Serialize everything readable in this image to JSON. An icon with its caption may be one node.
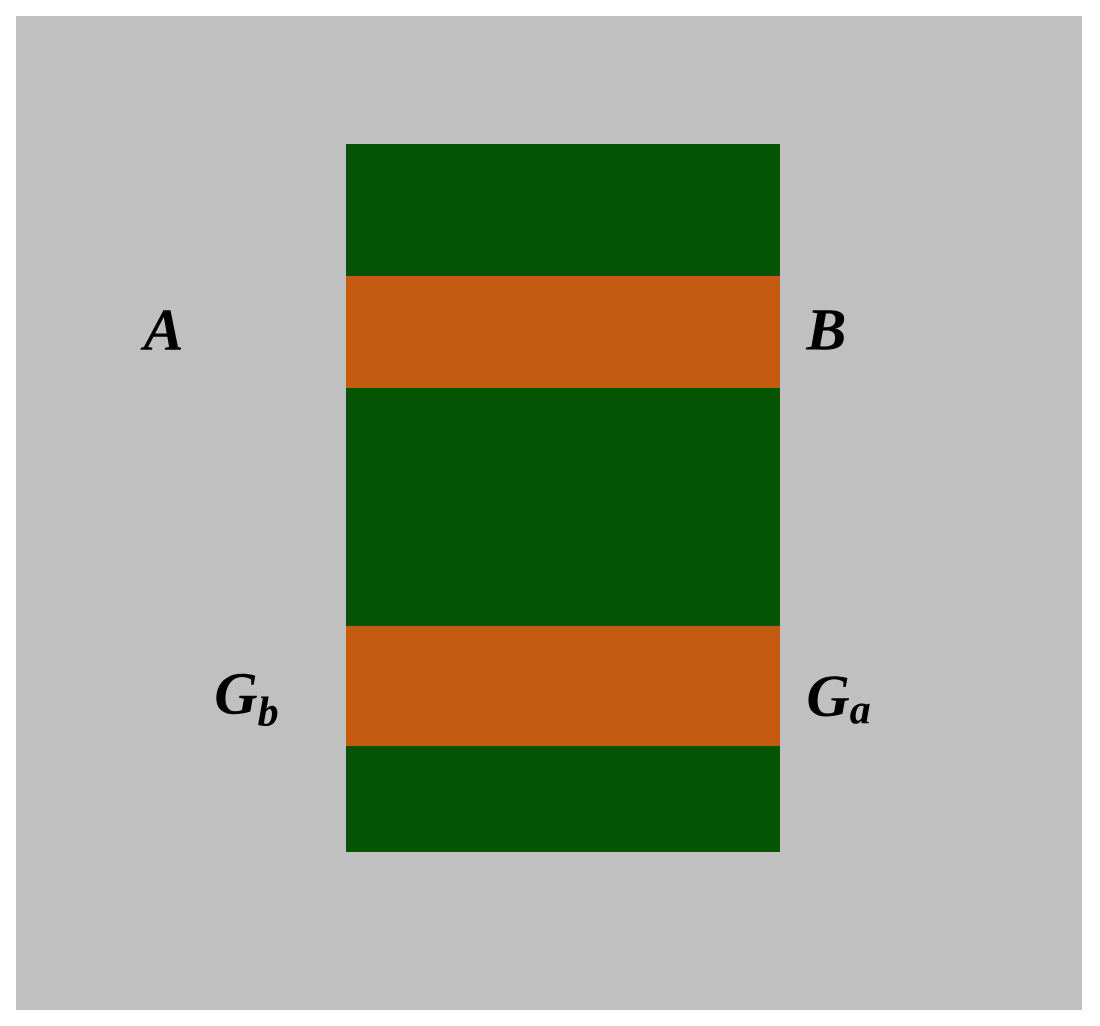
{
  "diagram": {
    "labels": [
      "A",
      "B",
      "G$_{b}$",
      "G$_{a}$"
    ]
  }
}
